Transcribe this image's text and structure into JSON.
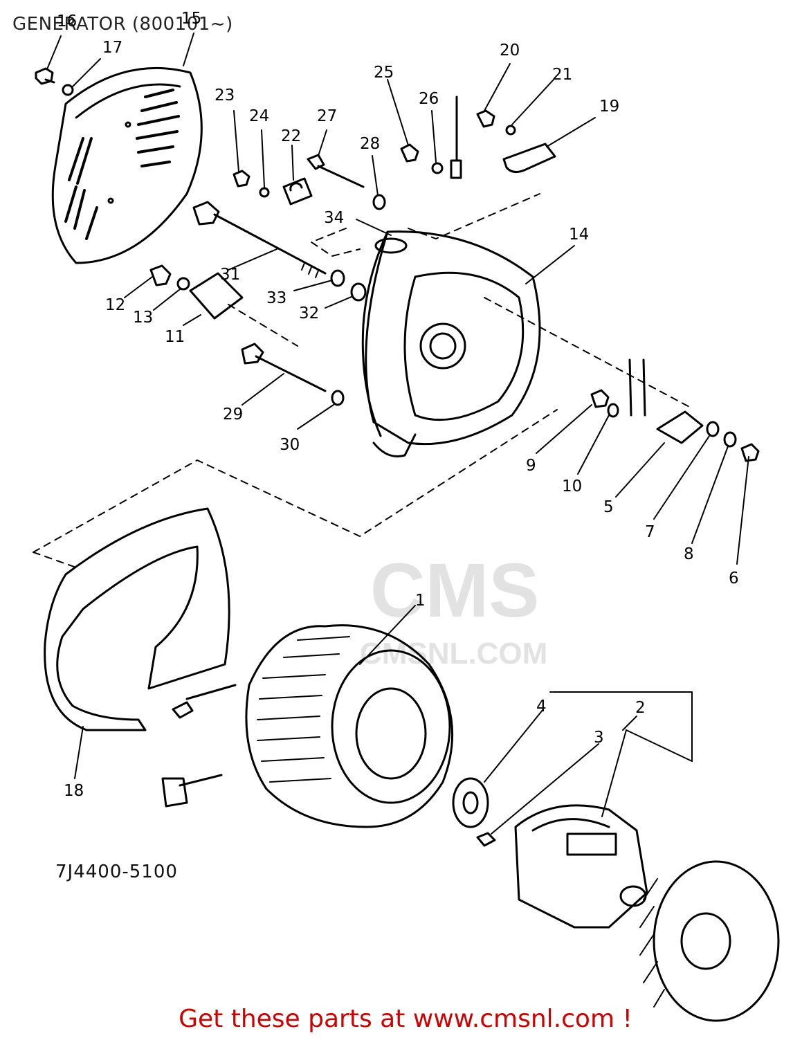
{
  "header": {
    "title": "GENERATOR (800101~)"
  },
  "diagram": {
    "part_number": "7J4400-5100"
  },
  "watermark": {
    "brand": "CMS",
    "site": "CMSNL.COM"
  },
  "footer": {
    "text": "Get these parts at www.cmsnl.com !"
  },
  "callouts": [
    "1",
    "2",
    "3",
    "4",
    "5",
    "6",
    "7",
    "8",
    "9",
    "10",
    "11",
    "12",
    "13",
    "14",
    "15",
    "16",
    "17",
    "18",
    "19",
    "20",
    "21",
    "22",
    "23",
    "24",
    "25",
    "26",
    "27",
    "28",
    "29",
    "30",
    "31",
    "32",
    "33",
    "34"
  ],
  "colors": {
    "footer": "#d00000",
    "line": "#000000",
    "watermark": "#e2e2e2"
  }
}
